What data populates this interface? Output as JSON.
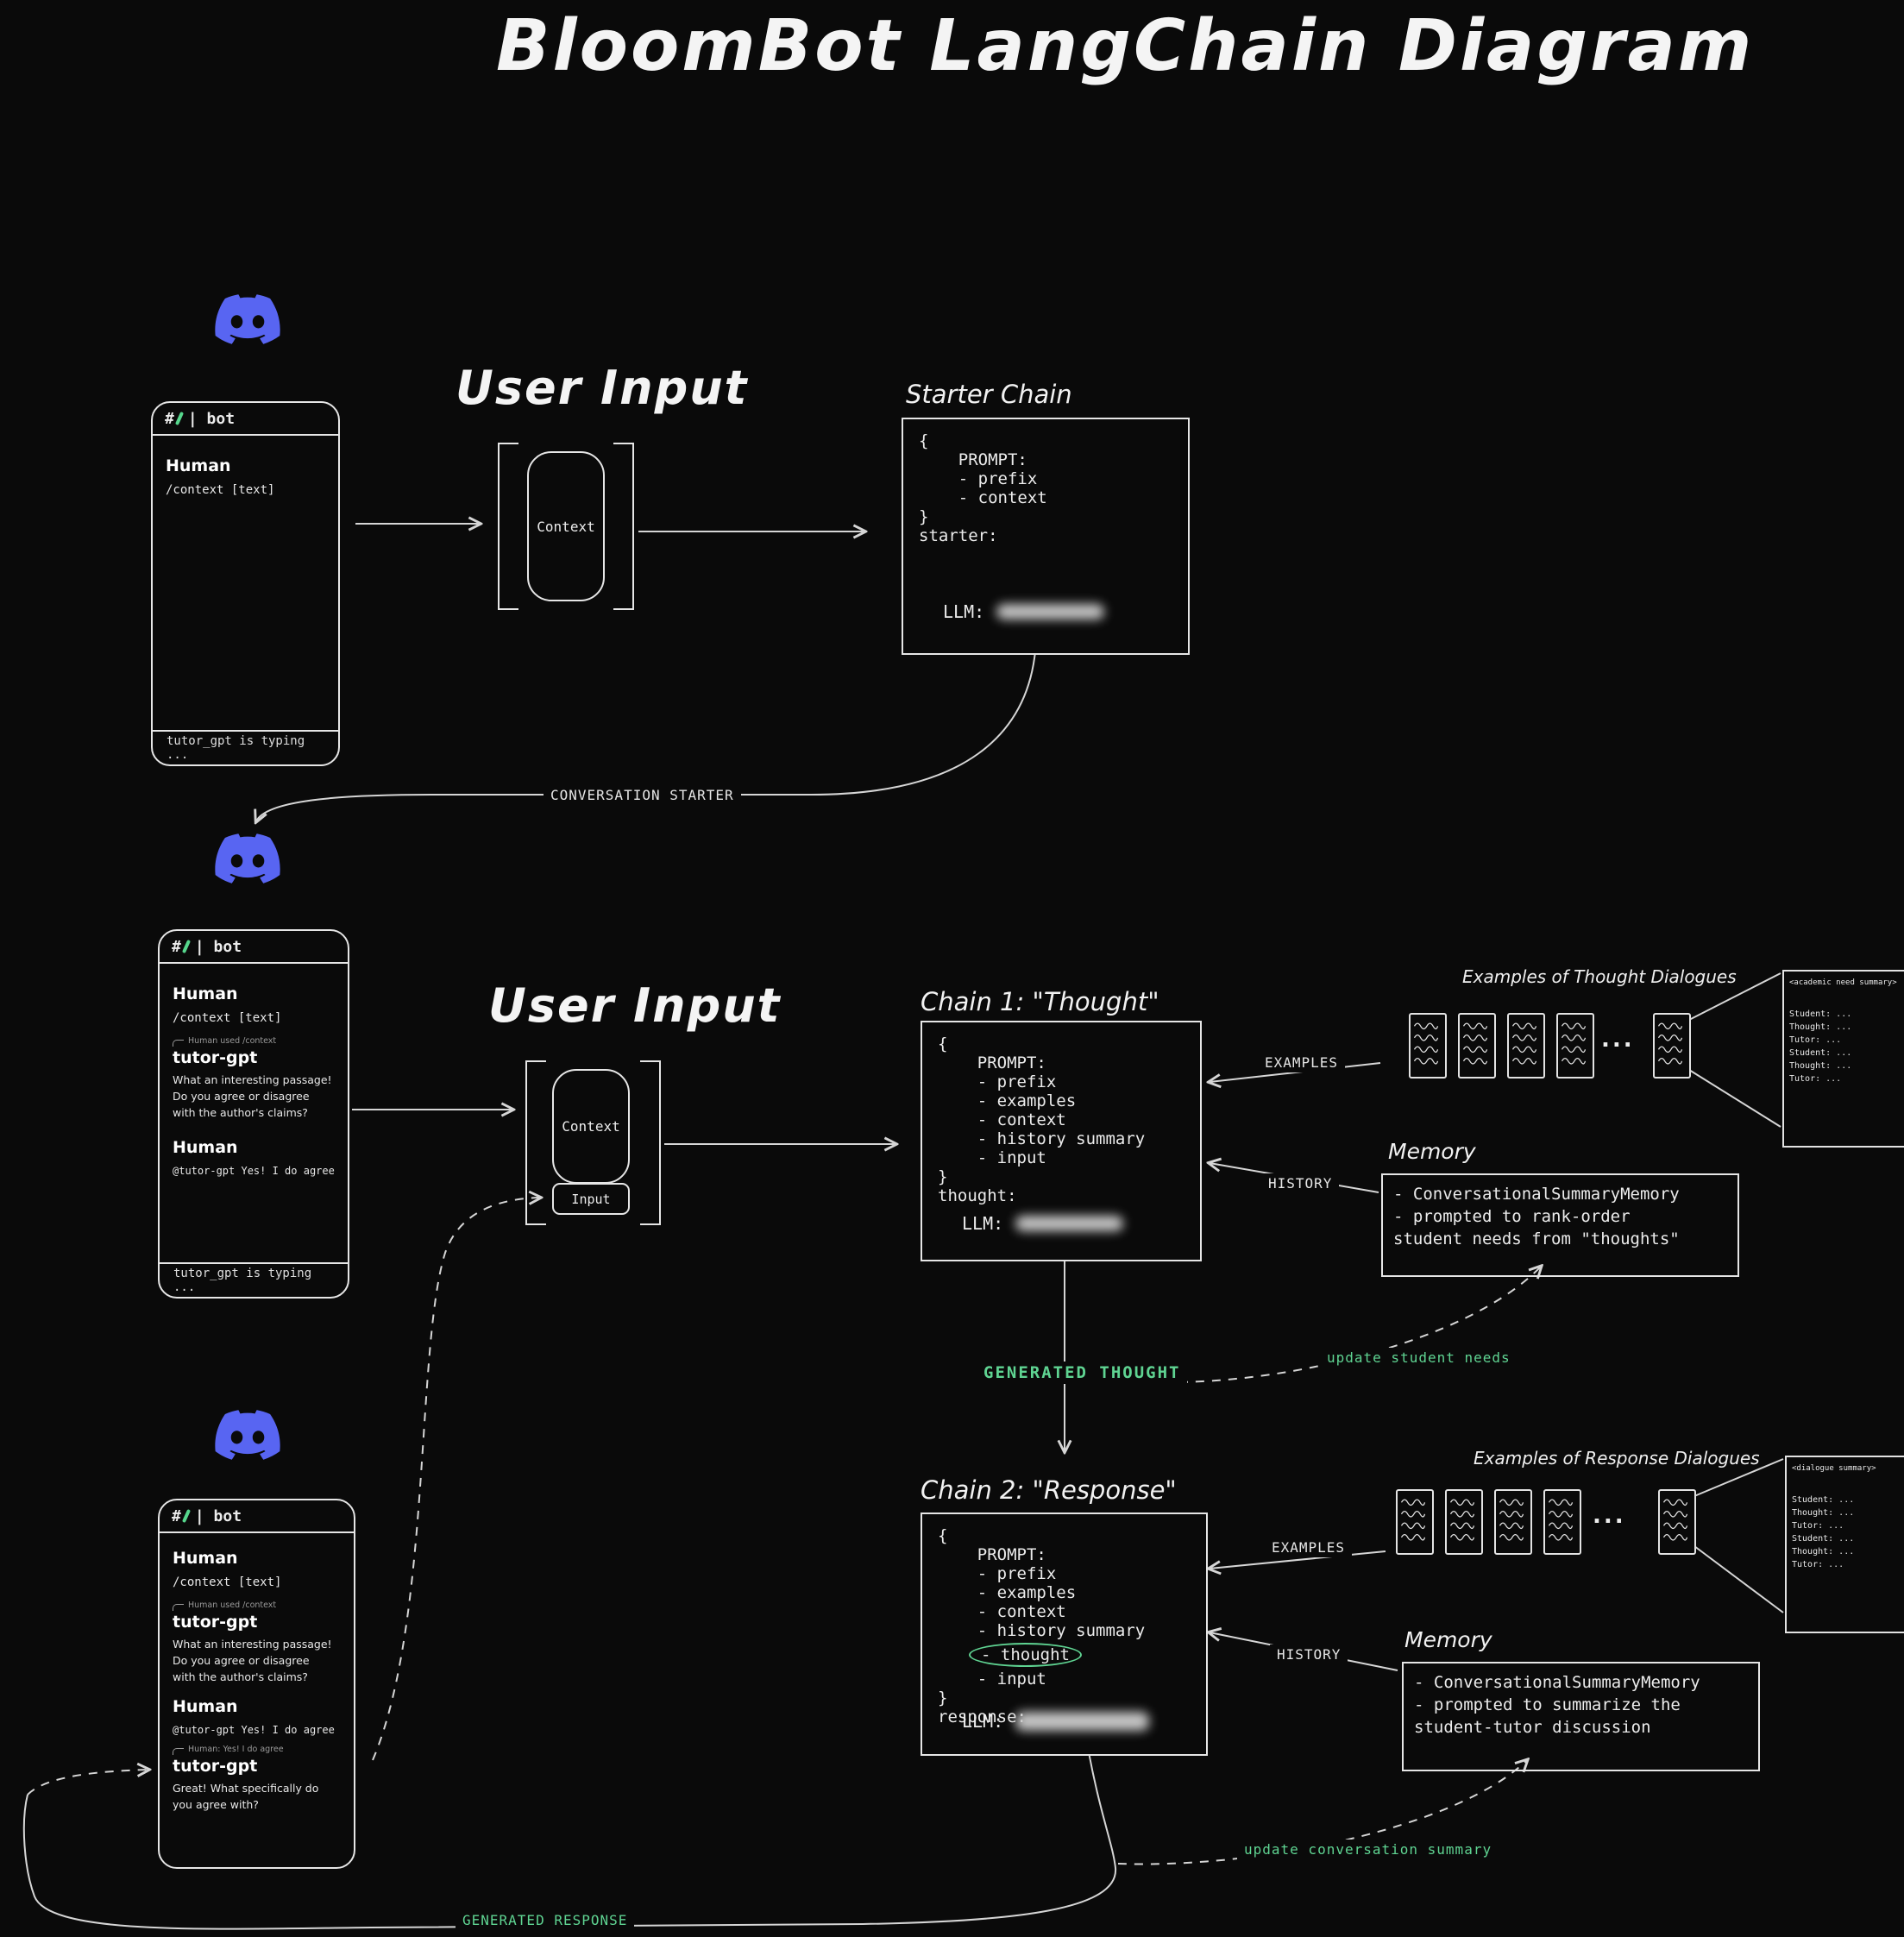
{
  "title": "BloomBot LangChain Diagram",
  "colors": {
    "accent_green": "#5fd492",
    "discord_blue": "#5865F2"
  },
  "labels": {
    "user_input_1": "User Input",
    "user_input_2": "User Input",
    "context": "Context",
    "input": "Input",
    "conversation_starter": "CONVERSATION STARTER",
    "generated_thought": "GENERATED THOUGHT",
    "generated_response": "GENERATED RESPONSE",
    "examples_1": "EXAMPLES",
    "examples_2": "EXAMPLES",
    "history_1": "HISTORY",
    "history_2": "HISTORY",
    "update_student_needs": "update student needs",
    "update_conversation_summary": "update conversation summary"
  },
  "phones": {
    "phone1": {
      "hash": "#",
      "channel": "| bot",
      "human_1": "Human",
      "context_command": "/context [text]",
      "typing": "tutor_gpt is typing ..."
    },
    "phone2": {
      "hash": "#",
      "channel": "| bot",
      "human_1": "Human",
      "context_command": "/context [text]",
      "reply_hint_1": "Human used /context",
      "bot_name_1": "tutor-gpt",
      "bot_msg_1": "What an interesting passage!\nDo you agree or disagree\nwith the author's claims?",
      "human_2": "Human",
      "human_msg_2": "@tutor-gpt Yes! I do agree",
      "typing": "tutor_gpt is typing ..."
    },
    "phone3": {
      "hash": "#",
      "channel": "| bot",
      "human_1": "Human",
      "context_command": "/context [text]",
      "reply_hint_1": "Human used /context",
      "bot_name_1": "tutor-gpt",
      "bot_msg_1": "What an interesting passage!\nDo you agree or disagree\nwith the author's claims?",
      "human_2": "Human",
      "human_msg_2": "@tutor-gpt Yes! I do agree",
      "reply_hint_2": "Human: Yes! I do agree",
      "bot_name_2": "tutor-gpt",
      "bot_msg_2": "Great! What specifically do\nyou agree with?"
    }
  },
  "chains": {
    "starter": {
      "title": "Starter Chain",
      "body": "{\n    PROMPT:\n    - prefix\n    - context\n}\nstarter:",
      "llm_label": "LLM:"
    },
    "chain1": {
      "title": "Chain 1: \"Thought\"",
      "body": "{\n    PROMPT:\n    - prefix\n    - examples\n    - context\n    - history summary\n    - input\n}\nthought:",
      "llm_label": "LLM:"
    },
    "chain2": {
      "title": "Chain 2: \"Response\"",
      "body_top": "{\n    PROMPT:\n    - prefix\n    - examples\n    - context\n    - history summary",
      "thought_item": "- thought",
      "body_bottom": "    - input\n}\nresponse:",
      "llm_label": "LLM:"
    }
  },
  "memory1": {
    "title": "Memory",
    "lines": "- ConversationalSummaryMemory\n- prompted to rank-order\nstudent needs from \"thoughts\""
  },
  "memory2": {
    "title": "Memory",
    "lines": "- ConversationalSummaryMemory\n- prompted to summarize the\nstudent-tutor discussion"
  },
  "examples_sections": {
    "thought": {
      "title": "Examples of Thought Dialogues",
      "ellipsis": "...",
      "summary_title": "<academic need summary>",
      "summary_body": "Student: ...\nThought: ...\nTutor: ...\nStudent: ...\nThought: ...\nTutor: ..."
    },
    "response": {
      "title": "Examples of Response Dialogues",
      "ellipsis": "...",
      "summary_title": "<dialogue summary>",
      "summary_body": "Student: ...\nThought: ...\nTutor: ...\nStudent: ...\nThought: ...\nTutor: ..."
    }
  }
}
